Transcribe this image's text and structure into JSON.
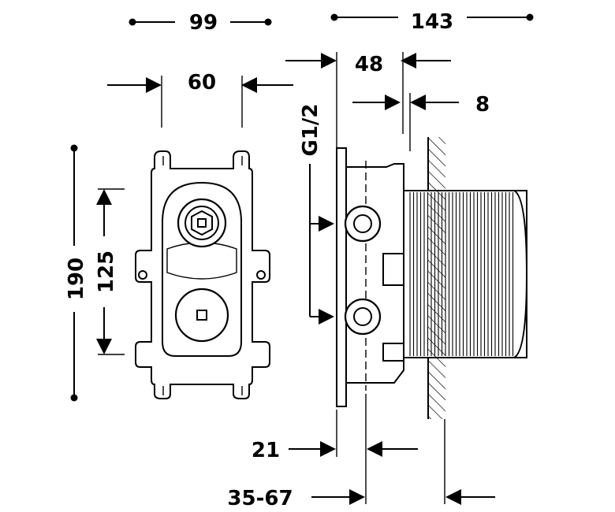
{
  "dimensions": {
    "top_width_front": "99",
    "top_width_side": "143",
    "depth_48": "48",
    "gap_8": "8",
    "inner_width": "60",
    "thread": "G1/2",
    "height_total": "190",
    "height_inner": "125",
    "offset_21": "21",
    "range_35_67": "35-67"
  },
  "colors": {
    "line": "#000000",
    "background": "#ffffff"
  }
}
